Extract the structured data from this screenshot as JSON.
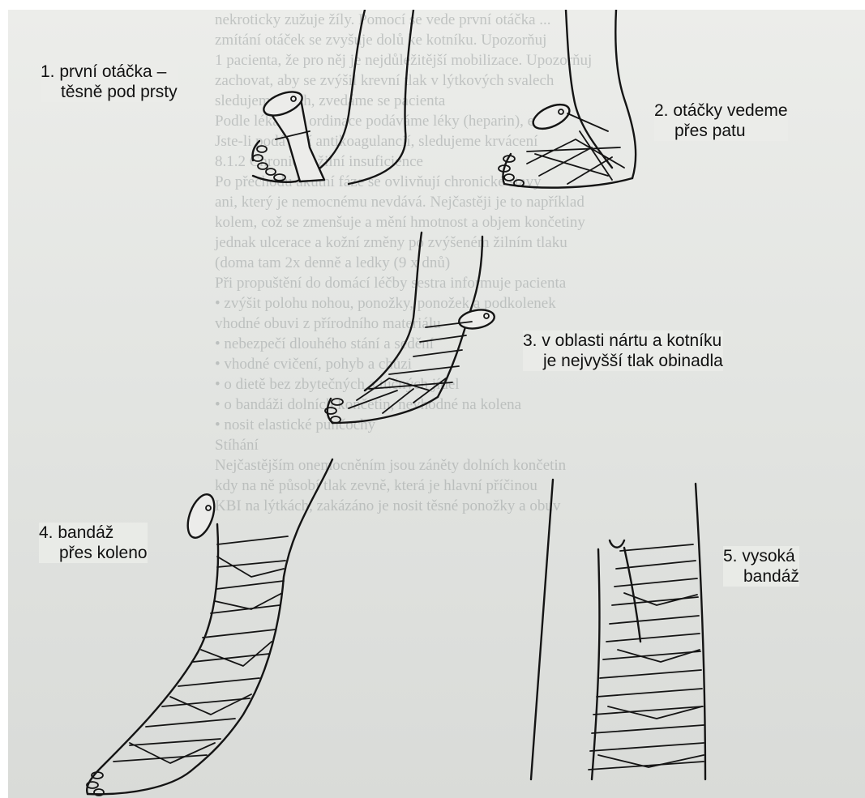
{
  "captions": {
    "step1": {
      "line1": "1. první otáčka –",
      "line2": "těsně pod prsty"
    },
    "step2": {
      "line1": "2. otáčky vedeme",
      "line2": "přes patu"
    },
    "step3": {
      "line1": "3. v oblasti nártu a kotníku",
      "line2": "je nejvyšší tlak obinadla"
    },
    "step4": {
      "line1": "4. bandáž",
      "line2": "přes koleno"
    },
    "step5": {
      "line1": "5. vysoká",
      "line2": "bandáž"
    }
  },
  "background_text": [
    "nekroticky zužuje žíly. Pomocí se vede první otáčka ...",
    "zmítání otáček se zvyšuje dolů ke kotníku. Upozorňuj",
    "1 pacienta, že pro něj je nejdůležitější mobilizace. Upozorňuj",
    "zachovat, aby se zvýšil krevní tlak v lýtkových svalech",
    "sledujeme oběh, zvedáme se pacienta",
    "Podle lékařské ordinace podáváme léky (heparin), e.c.",
    "Jste-li podávání antikoagulancií, sledujeme krvácení",
    "8.1.2 Chronická žilní insuficience",
    "Po přechodu akutní fáze se ovlivňují chronické stavy",
    "ani, který je nemocnému nevdává. Nejčastěji je to například",
    "kolem, což se zmenšuje a mění hmotnost a objem končetiny",
    "jednak ulcerace a kožní změny po zvýšeném žilním tlaku",
    "(doma tam 2x denně a ledky (9 x dnů)",
    "Při propuštění do domácí léčby sestra informuje pacienta",
    "• zvýšit polohu nohou, ponožky, ponožek a podkolenek",
    "  vhodné obuvi z přírodního materiálu",
    "• nebezpečí dlouhého stání a sedění",
    "• vhodné cvičení, pohyb a chůzi",
    "• o dietě bez zbytečných a tučných jídel",
    "• o bandáži dolních končetin, nevhodné na kolena",
    "• nosit elastické punčochy",
    "Stíhání",
    "Nejčastějším onemocněním jsou záněty dolních končetin",
    "kdy na ně působí tlak zevně, která je hlavní příčinou",
    "KBI na lýtkách, zakázáno je nosit těsné ponožky a obuv"
  ]
}
